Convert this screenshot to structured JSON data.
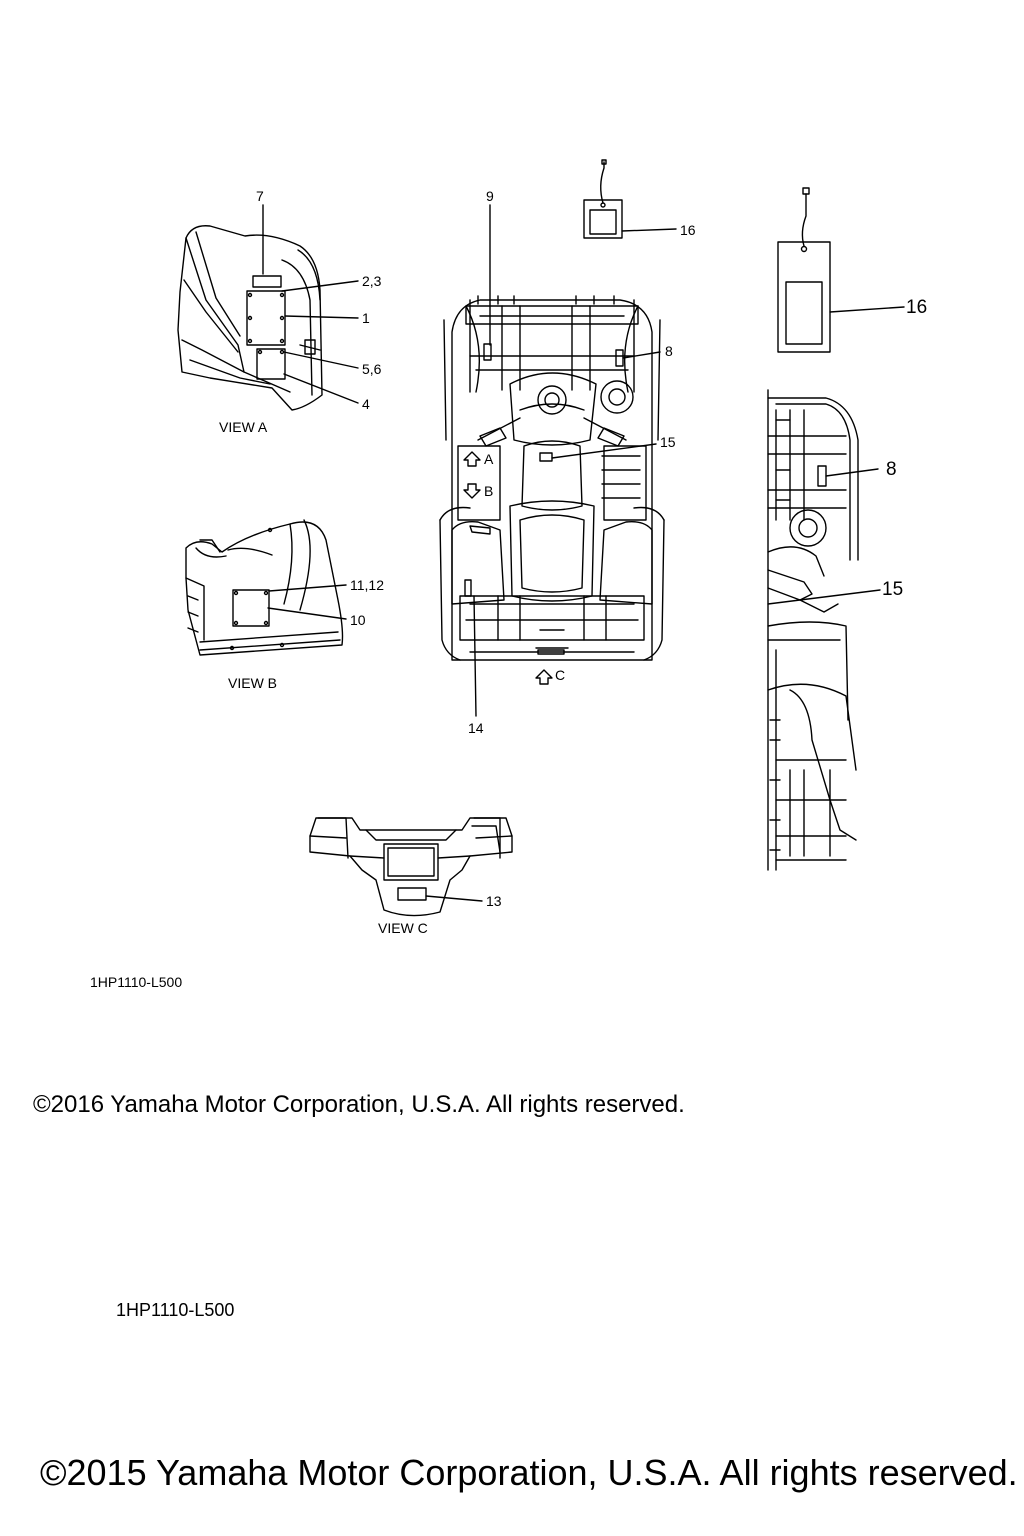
{
  "callouts": {
    "c1": "1",
    "c2_3": "2,3",
    "c4": "4",
    "c5_6": "5,6",
    "c7": "7",
    "c8": "8",
    "c9": "9",
    "c10": "10",
    "c11_12": "11,12",
    "c13": "13",
    "c14": "14",
    "c15": "15",
    "c16": "16",
    "c8_large": "8",
    "c15_large": "15",
    "c16_large": "16"
  },
  "view_labels": {
    "a": "VIEW A",
    "b": "VIEW B",
    "c": "VIEW C"
  },
  "arrow_labels": {
    "a": "A",
    "b": "B",
    "c": "C"
  },
  "footer": {
    "code_1": "1HP1110-L500",
    "copyright_1": "©2016 Yamaha Motor Corporation, U.S.A. All rights reserved.",
    "code_2": "1HP1110-L500",
    "copyright_2": "©2015 Yamaha Motor Corporation, U.S.A. All rights reserved."
  }
}
